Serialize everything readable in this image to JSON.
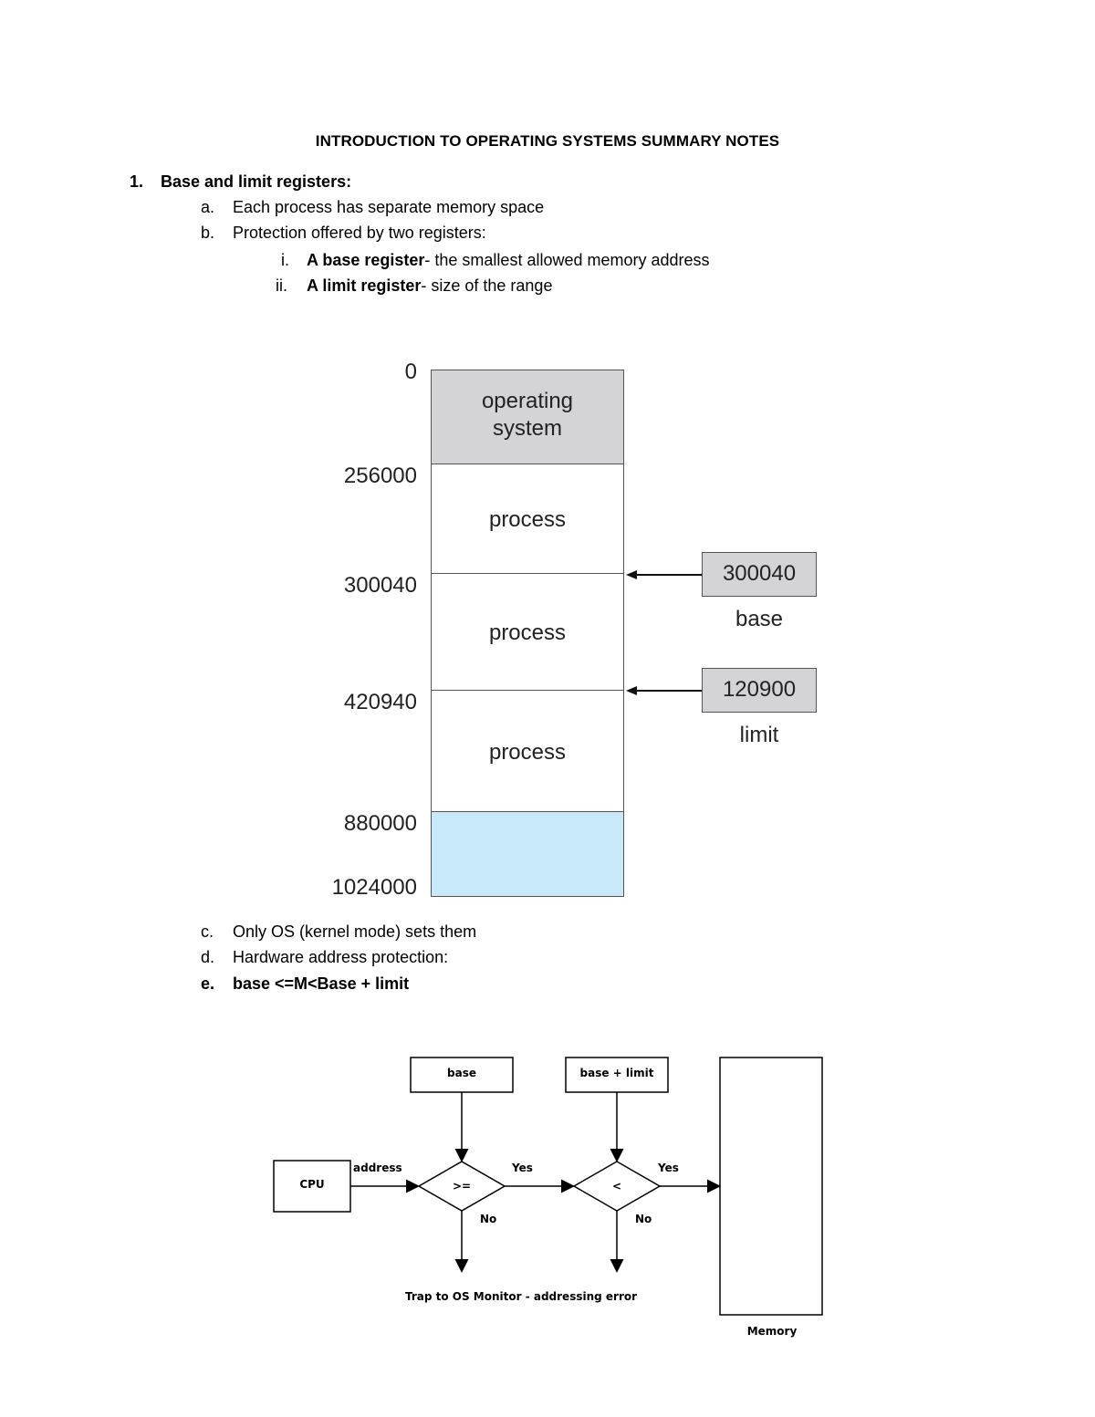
{
  "title": "INTRODUCTION TO OPERATING SYSTEMS SUMMARY NOTES",
  "section1": {
    "number": "1.",
    "heading": "Base and limit registers:",
    "items": [
      {
        "marker": "a.",
        "text": "Each process has separate memory space"
      },
      {
        "marker": "b.",
        "text": "Protection offered by two registers:"
      }
    ],
    "subitems": [
      {
        "marker": "i.",
        "bold": "A base register",
        "text": "- the smallest allowed memory address"
      },
      {
        "marker": "ii.",
        "bold": "A limit register",
        "text": "- size of the range"
      }
    ],
    "items_after": [
      {
        "marker": "c.",
        "text": "Only OS (kernel mode) sets them"
      },
      {
        "marker": "d.",
        "text": "Hardware address protection:"
      },
      {
        "marker": "e.",
        "text": "base <=M<Base + limit"
      }
    ]
  },
  "memory_diagram": {
    "addresses": [
      "0",
      "256000",
      "300040",
      "420940",
      "880000",
      "1024000"
    ],
    "blocks": [
      "operating system",
      "process",
      "process",
      "process"
    ],
    "os_lines": [
      "operating",
      "system"
    ],
    "base_register": {
      "value": "300040",
      "label": "base"
    },
    "limit_register": {
      "value": "120900",
      "label": "limit"
    },
    "colors": {
      "os_fill": "#d4d4d6",
      "free_fill": "#c8e9f9",
      "register_fill": "#d4d4d6"
    }
  },
  "flowchart": {
    "base_box": "base",
    "base_limit_box": "base + limit",
    "cpu_box": "CPU",
    "address_label": "address",
    "compare1": ">=",
    "compare2": "<",
    "yes1": "Yes",
    "yes2": "Yes",
    "no1": "No",
    "no2": "No",
    "trap_label": "Trap to OS Monitor - addressing error",
    "memory_label": "Memory"
  }
}
